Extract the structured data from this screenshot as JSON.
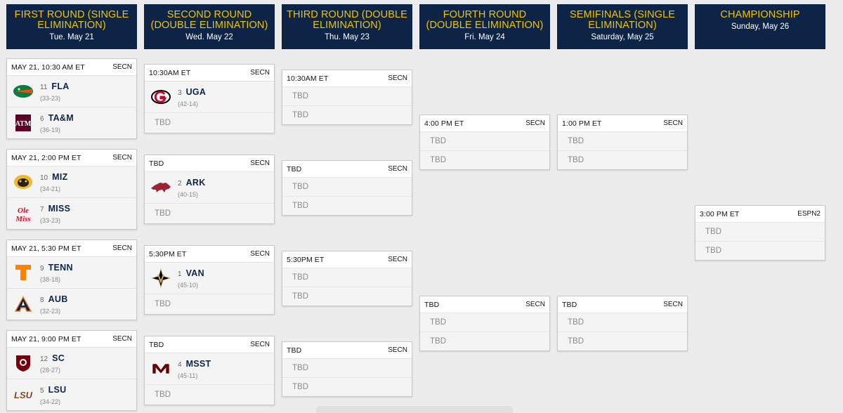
{
  "rounds": [
    {
      "title": "FIRST ROUND (SINGLE ELIMINATION)",
      "date": "Tue. May 21"
    },
    {
      "title": "SECOND ROUND (DOUBLE ELIMINATION)",
      "date": "Wed. May 22"
    },
    {
      "title": "THIRD ROUND (DOUBLE ELIMINATION)",
      "date": "Thu. May 23"
    },
    {
      "title": "FOURTH ROUND (DOUBLE ELIMINATION)",
      "date": "Fri. May 24"
    },
    {
      "title": "SEMIFINALS (SINGLE ELIMINATION)",
      "date": "Saturday, May 25"
    },
    {
      "title": "CHAMPIONSHIP",
      "date": "Sunday, May 26"
    }
  ],
  "first_round": [
    {
      "time": "MAY 21, 10:30 AM ET",
      "network": "SECN",
      "teams": [
        {
          "seed": "11",
          "abbr": "FLA",
          "record": "(33-23)",
          "logo": "gator-logo-icon"
        },
        {
          "seed": "6",
          "abbr": "TA&M",
          "record": "(36-19)",
          "logo": "atm-logo-icon"
        }
      ]
    },
    {
      "time": "MAY 21, 2:00 PM ET",
      "network": "SECN",
      "teams": [
        {
          "seed": "10",
          "abbr": "MIZ",
          "record": "(34-21)",
          "logo": "tiger-logo-icon"
        },
        {
          "seed": "7",
          "abbr": "MISS",
          "record": "(33-23)",
          "logo": "olemiss-logo-icon"
        }
      ]
    },
    {
      "time": "MAY 21, 5:30 PM ET",
      "network": "SECN",
      "teams": [
        {
          "seed": "9",
          "abbr": "TENN",
          "record": "(38-18)",
          "logo": "tennessee-logo-icon"
        },
        {
          "seed": "8",
          "abbr": "AUB",
          "record": "(32-23)",
          "logo": "auburn-logo-icon"
        }
      ]
    },
    {
      "time": "MAY 21, 9:00 PM ET",
      "network": "SECN",
      "teams": [
        {
          "seed": "12",
          "abbr": "SC",
          "record": "(28-27)",
          "logo": "gamecock-logo-icon"
        },
        {
          "seed": "5",
          "abbr": "LSU",
          "record": "(34-22)",
          "logo": "lsu-logo-icon"
        }
      ]
    }
  ],
  "second_round": [
    {
      "time": "10:30AM ET",
      "network": "SECN",
      "team": {
        "seed": "3",
        "abbr": "UGA",
        "record": "(42-14)",
        "logo": "georgia-logo-icon"
      },
      "tbd": "TBD"
    },
    {
      "time": "TBD",
      "network": "SECN",
      "team": {
        "seed": "2",
        "abbr": "ARK",
        "record": "(40-15)",
        "logo": "razorback-logo-icon"
      },
      "tbd": "TBD"
    },
    {
      "time": "5:30PM ET",
      "network": "SECN",
      "team": {
        "seed": "1",
        "abbr": "VAN",
        "record": "(45-10)",
        "logo": "vanderbilt-logo-icon"
      },
      "tbd": "TBD"
    },
    {
      "time": "TBD",
      "network": "SECN",
      "team": {
        "seed": "4",
        "abbr": "MSST",
        "record": "(45-11)",
        "logo": "msstate-logo-icon"
      },
      "tbd": "TBD"
    }
  ],
  "third_round": [
    {
      "time": "10:30AM ET",
      "network": "SECN",
      "t1": "TBD",
      "t2": "TBD"
    },
    {
      "time": "TBD",
      "network": "SECN",
      "t1": "TBD",
      "t2": "TBD"
    },
    {
      "time": "5:30PM ET",
      "network": "SECN",
      "t1": "TBD",
      "t2": "TBD"
    },
    {
      "time": "TBD",
      "network": "SECN",
      "t1": "TBD",
      "t2": "TBD"
    }
  ],
  "fourth_round": [
    {
      "time": "4:00 PM ET",
      "network": "SECN",
      "t1": "TBD",
      "t2": "TBD"
    },
    {
      "time": "TBD",
      "network": "SECN",
      "t1": "TBD",
      "t2": "TBD"
    }
  ],
  "semifinals": [
    {
      "time": "1:00 PM ET",
      "network": "SECN",
      "t1": "TBD",
      "t2": "TBD"
    },
    {
      "time": "TBD",
      "network": "SECN",
      "t1": "TBD",
      "t2": "TBD"
    }
  ],
  "championship": [
    {
      "time": "3:00 PM ET",
      "network": "ESPN2",
      "t1": "TBD",
      "t2": "TBD"
    }
  ],
  "colors": {
    "header_bg": "#0d2447",
    "header_title": "#f2c200",
    "team_text": "#0d2447"
  }
}
